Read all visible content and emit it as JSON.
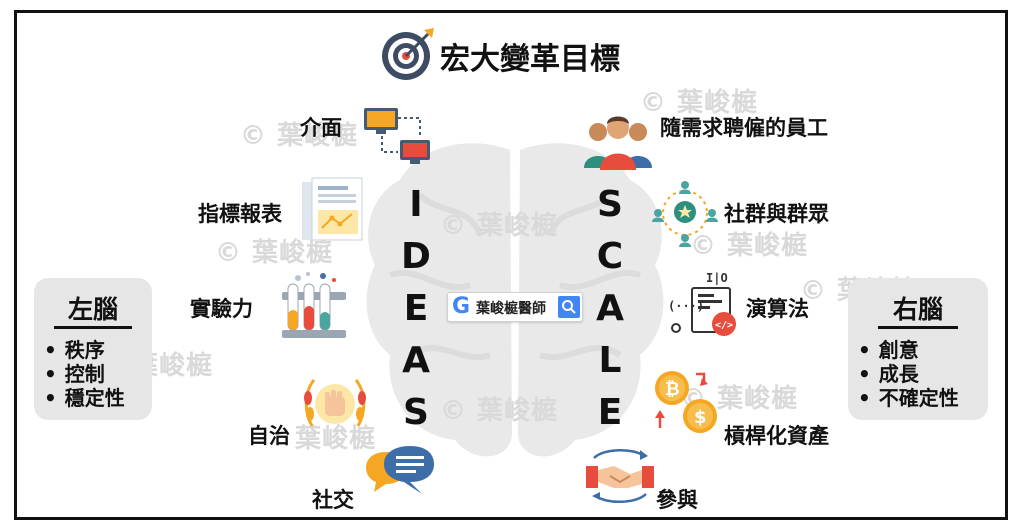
{
  "title": "宏大變革目標",
  "watermark": "© 葉峻榳",
  "watermark_plain": "葉峻榳",
  "search": {
    "text": "葉峻榳醫師"
  },
  "ideas_letters": [
    "I",
    "D",
    "E",
    "A",
    "S"
  ],
  "scale_letters": [
    "S",
    "C",
    "A",
    "L",
    "E"
  ],
  "left_items": [
    "介面",
    "指標報表",
    "實驗力",
    "自治",
    "社交"
  ],
  "right_items": [
    "隨需求聘僱的員工",
    "社群與群眾",
    "演算法",
    "槓桿化資產",
    "參與"
  ],
  "left_panel": {
    "title": "左腦",
    "items": [
      "秩序",
      "控制",
      "穩定性"
    ]
  },
  "right_panel": {
    "title": "右腦",
    "items": [
      "創意",
      "成長",
      "不確定性"
    ]
  },
  "colors": {
    "accent_orange": "#f5a623",
    "accent_red": "#e74c3c",
    "accent_blue": "#4a6fa5",
    "teal": "#4aa5a0",
    "watermark": "#d9d9d9"
  },
  "icons": [
    "target-icon",
    "interface-icon",
    "report-icon",
    "lab-icon",
    "autonomy-icon",
    "chat-icon",
    "staff-icon",
    "community-icon",
    "algorithm-icon",
    "assets-icon",
    "handshake-icon",
    "search-icon",
    "brain-icon"
  ]
}
